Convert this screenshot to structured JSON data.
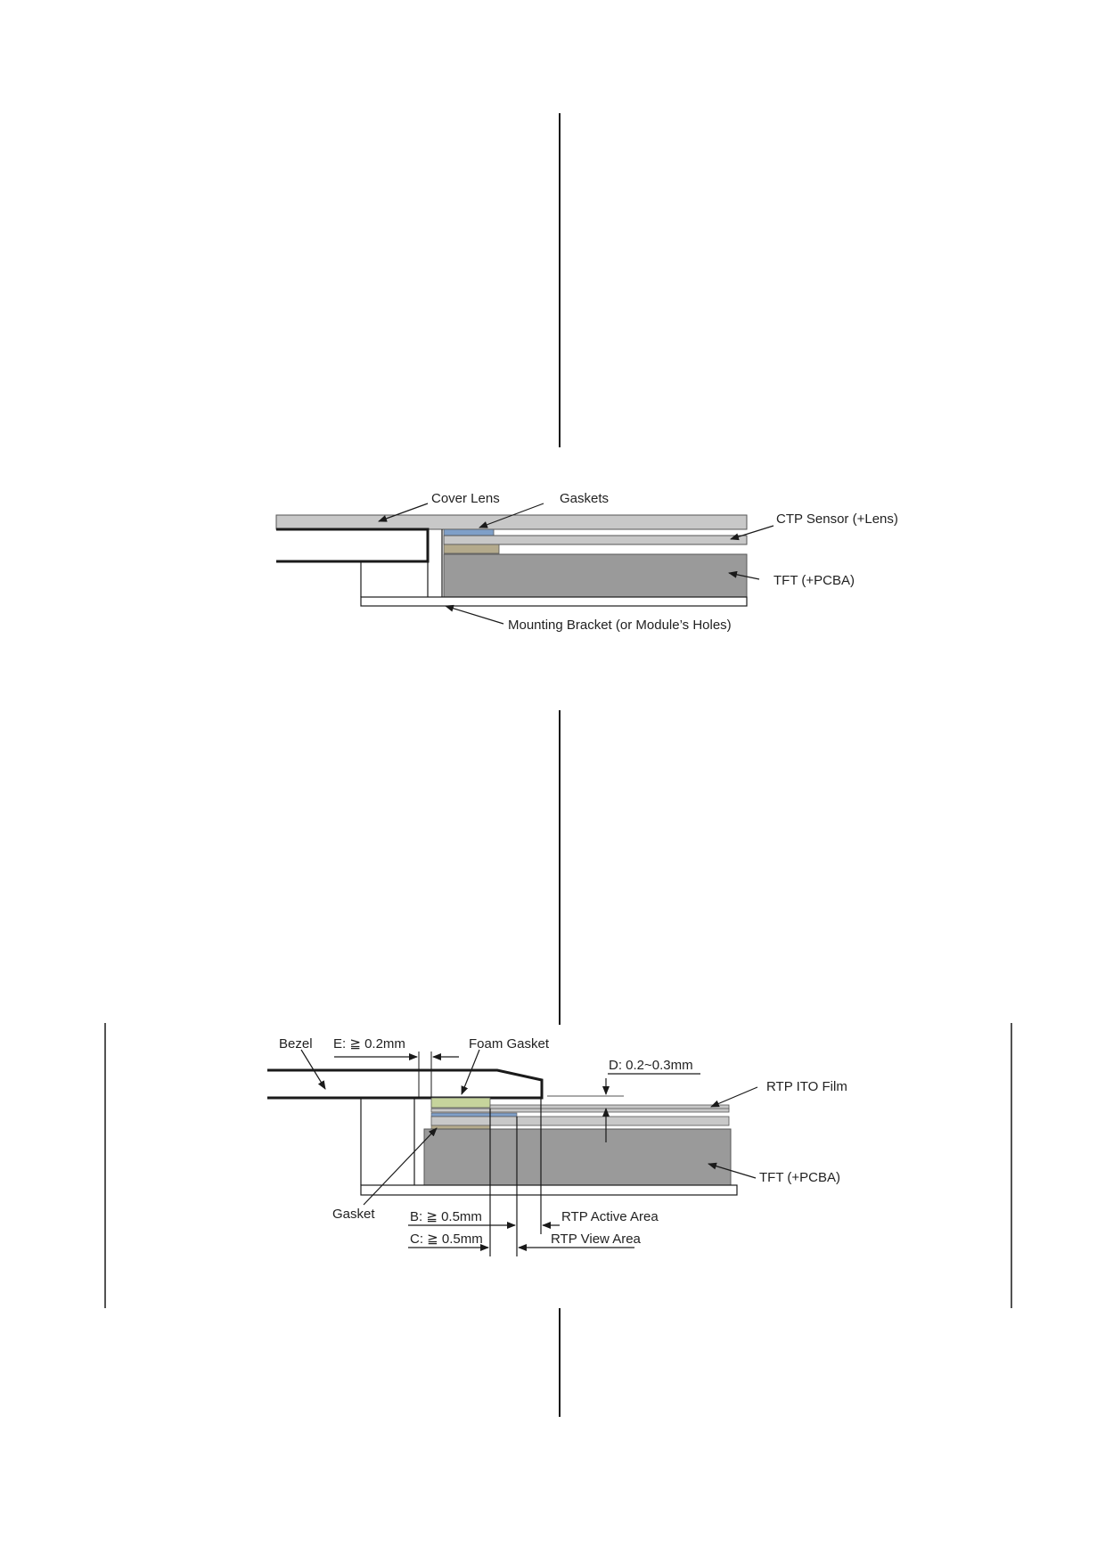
{
  "colors": {
    "line": "#1a1a1a",
    "lens": "#c8c8c8",
    "tft": "#9a9a9a",
    "gasket_blue": "#7f9fc8",
    "gasket_tan": "#b4aa8c",
    "foam_green": "#c6d49c"
  },
  "diagram_ctp": {
    "labels": {
      "cover_lens": "Cover Lens",
      "gaskets": "Gaskets",
      "ctp_sensor": "CTP Sensor (+Lens)",
      "tft": "TFT (+PCBA)",
      "mounting_bracket": "Mounting Bracket (or Module’s Holes)"
    }
  },
  "diagram_rtp": {
    "labels": {
      "bezel": "Bezel",
      "dim_e": "E:  ≧ 0.2mm",
      "foam_gasket": "Foam Gasket",
      "dim_d": "D: 0.2~0.3mm",
      "rtp_ito_film": "RTP ITO Film",
      "tft": "TFT (+PCBA)",
      "gasket": "Gasket",
      "dim_b": "B:  ≧ 0.5mm",
      "rtp_active_area": "RTP Active Area",
      "dim_c": "C:  ≧ 0.5mm",
      "rtp_view_area": "RTP View Area"
    }
  }
}
